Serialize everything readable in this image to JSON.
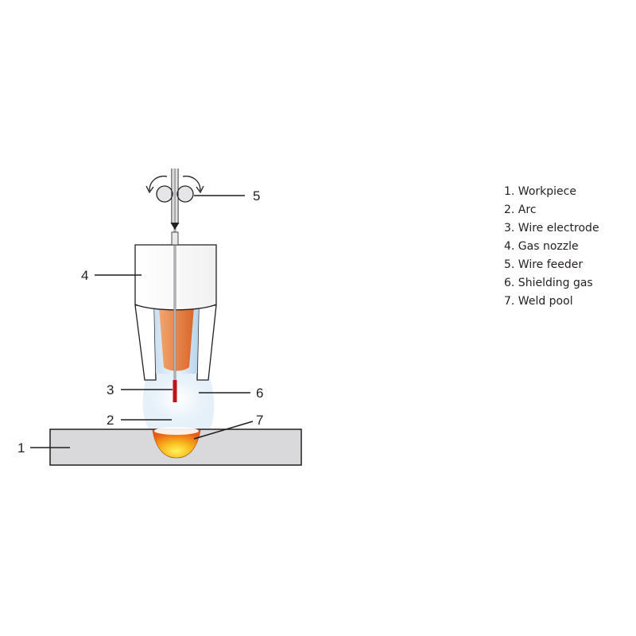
{
  "callouts": {
    "c1": "1",
    "c2": "2",
    "c3": "3",
    "c4": "4",
    "c5": "5",
    "c6": "6",
    "c7": "7"
  },
  "legend": [
    "1. Workpiece",
    "2. Arc",
    "3. Wire electrode",
    "4. Gas nozzle",
    "5. Wire feeder",
    "6. Shielding gas",
    "7. Weld pool"
  ],
  "colors": {
    "outline": "#231f20",
    "workpiece": "#d9d9db",
    "nozzle": "#ffffff",
    "contact_tip": "#e07b3a",
    "shielding_gas": "#a8cbe6",
    "wire_tip": "#c0121b",
    "weld_pool": "#f7a21a"
  },
  "icons": {
    "wire_feeder": "feed-rollers-icon"
  }
}
